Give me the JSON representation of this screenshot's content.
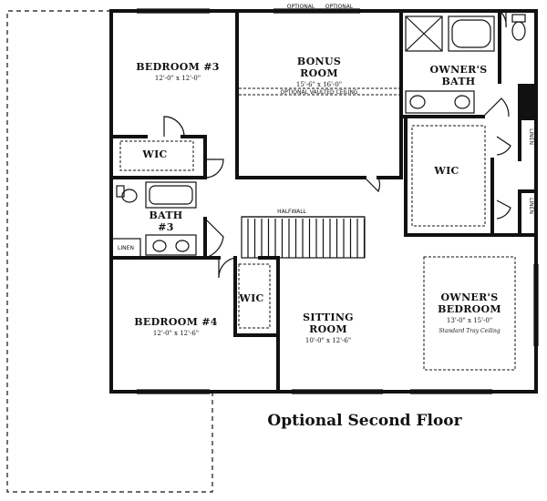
{
  "rooms": {
    "bedroom3": {
      "name": "BEDROOM #3",
      "dims": "12'-0\" x 12'-0\""
    },
    "bonus": {
      "name_line1": "BONUS",
      "name_line2": "ROOM",
      "dims": "15'-6\" x 16'-0\"",
      "ceiling": "OPTIONAL VAULTED CEILING"
    },
    "owners_bath": {
      "name_line1": "OWNER'S",
      "name_line2": "BATH"
    },
    "wic_left": {
      "name": "WIC"
    },
    "wic_right": {
      "name": "WIC"
    },
    "wic_lower": {
      "name": "WIC"
    },
    "bath3": {
      "name_line1": "BATH",
      "name_line2": "#3"
    },
    "bedroom4": {
      "name": "BEDROOM #4",
      "dims": "12'-0\" x 12'-6\""
    },
    "sitting": {
      "name_line1": "SITTING",
      "name_line2": "ROOM",
      "dims": "10'-0\" x 12'-6\""
    },
    "owners_bedroom": {
      "name_line1": "OWNER'S",
      "name_line2": "BEDROOM",
      "dims": "13'-0\" x 15'-0\"",
      "ceiling": "Standard Tray Ceiling"
    }
  },
  "labels": {
    "optional_window_1": "OPTIONAL",
    "optional_window_2": "OPTIONAL",
    "halfwall": "HALFWALL",
    "linen_bath3": "LINEN",
    "linen_upper": "LINEN",
    "linen_lower": "LINEN"
  },
  "caption": "Optional Second Floor"
}
